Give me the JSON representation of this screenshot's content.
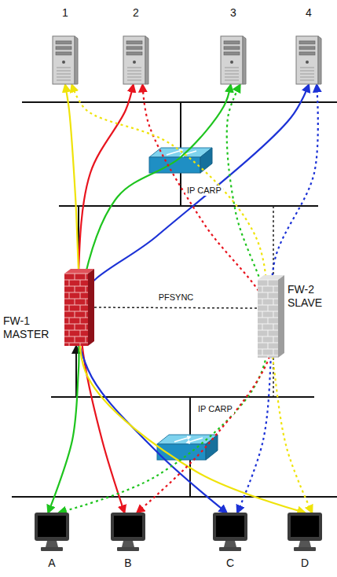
{
  "diagram": {
    "nodes": [
      {
        "text": [
          "1"
        ]
      },
      {
        "text": [
          "2"
        ]
      },
      {
        "text": [
          "3"
        ]
      },
      {
        "text": [
          "4"
        ]
      },
      {
        "text": [
          "FW-1 MASTER"
        ]
      },
      {
        "text": [
          "FW-2 SLAVE"
        ]
      },
      {
        "text": [
          "A"
        ]
      },
      {
        "text": [
          "B"
        ]
      },
      {
        "text": [
          "C"
        ]
      },
      {
        "text": [
          "D"
        ]
      }
    ],
    "edges": [
      {
        "from": 6,
        "to": 2,
        "arrow": "both"
      },
      {
        "from": 7,
        "to": 1,
        "arrow": "both"
      },
      {
        "from": 8,
        "to": 3,
        "arrow": "both"
      },
      {
        "from": 9,
        "to": 0,
        "arrow": "both"
      },
      {
        "from": 6,
        "to": 2,
        "arrow": "both"
      },
      {
        "from": 7,
        "to": 1,
        "arrow": "both"
      },
      {
        "from": 8,
        "to": 3,
        "arrow": "both"
      },
      {
        "from": 9,
        "to": 0,
        "arrow": "both"
      },
      {
        "from": 4,
        "to": 5,
        "label": "PFSYNC",
        "arrow": "none"
      }
    ],
    "labels": [
      "IP CARP",
      "IP CARP"
    ]
  }
}
